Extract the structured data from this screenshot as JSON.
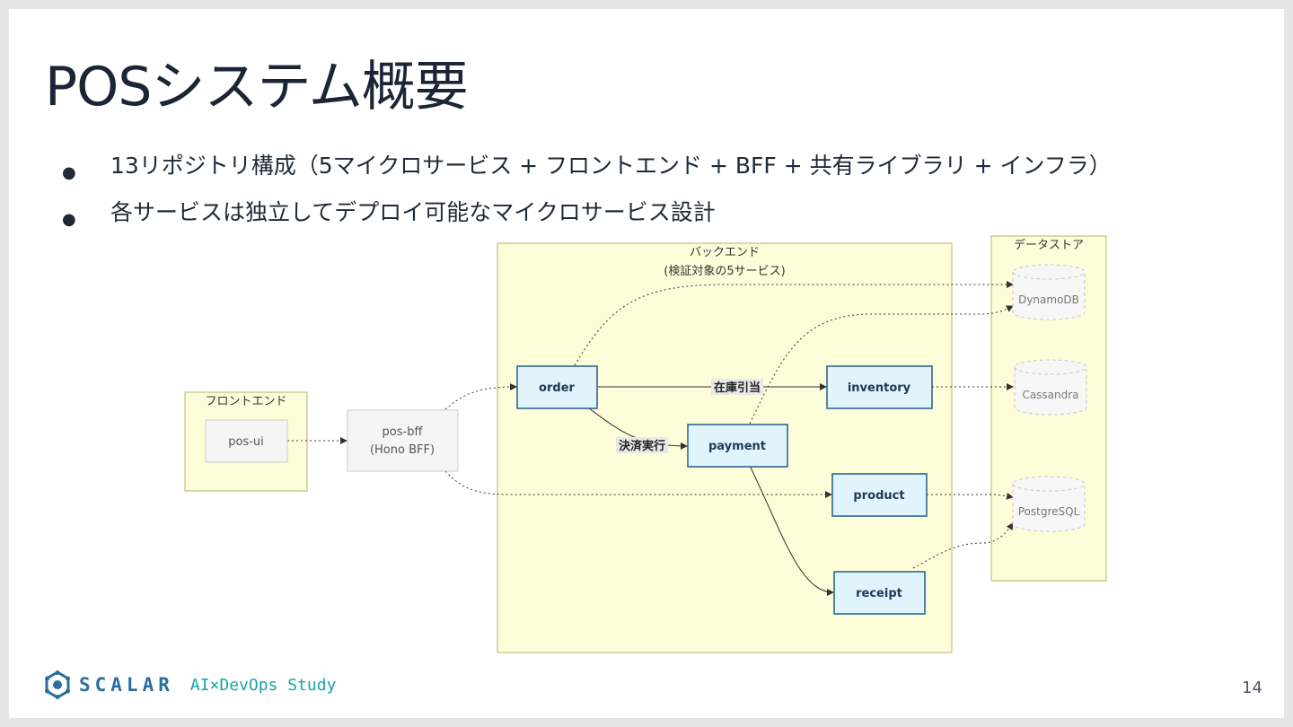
{
  "slide": {
    "title": "POSシステム概要",
    "bullets": [
      "13リポジトリ構成（5マイクロサービス + フロントエンド + BFF + 共有ライブラリ + インフラ）",
      "各サービスは独立してデプロイ可能なマイクロサービス設計"
    ],
    "page_number": "14"
  },
  "footer": {
    "logo_text": "SCALAR",
    "study_text": "AI×DevOps Study"
  },
  "diagram": {
    "groups": {
      "frontend": "フロントエンド",
      "backend_line1": "バックエンド",
      "backend_line2": "(検証対象の5サービス)",
      "datastore": "データストア"
    },
    "nodes": {
      "pos_ui": "pos-ui",
      "pos_bff_line1": "pos-bff",
      "pos_bff_line2": "(Hono BFF)",
      "order": "order",
      "inventory": "inventory",
      "payment": "payment",
      "product": "product",
      "receipt": "receipt",
      "dynamodb": "DynamoDB",
      "cassandra": "Cassandra",
      "postgresql": "PostgreSQL"
    },
    "edge_labels": {
      "order_inventory": "在庫引当",
      "order_payment": "決済実行"
    },
    "colors": {
      "group_fill": "#fdfdd9",
      "group_stroke": "#b5b56a",
      "service_fill": "#e1f4fc",
      "service_stroke": "#1f5f8b",
      "neutral_fill": "#f5f5f5",
      "neutral_stroke": "#cccccc"
    }
  }
}
